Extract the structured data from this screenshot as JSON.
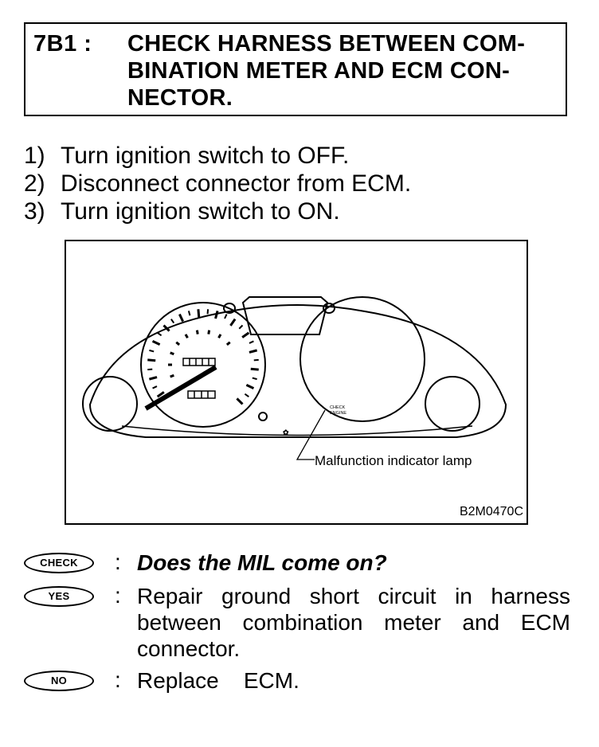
{
  "header": {
    "code": "7B1 :",
    "title_lines": [
      "CHECK HARNESS BETWEEN COM-",
      "BINATION METER AND ECM CON-",
      "NECTOR."
    ]
  },
  "steps": [
    {
      "num": "1)",
      "text": "Turn ignition switch to OFF."
    },
    {
      "num": "2)",
      "text": "Disconnect connector from ECM."
    },
    {
      "num": "3)",
      "text": "Turn ignition switch to ON."
    }
  ],
  "figure": {
    "callout": "Malfunction indicator lamp",
    "code": "B2M0470C",
    "lamp_text": [
      "CHECK",
      "ENGINE"
    ]
  },
  "check": {
    "badge": "CHECK",
    "colon": ":",
    "question": "Does the MIL come on?"
  },
  "yes": {
    "badge": "YES",
    "colon": ":",
    "lines": [
      "Repair ground short circuit in harness",
      "between combination meter and ECM",
      "connector."
    ]
  },
  "no": {
    "badge": "NO",
    "colon": ":",
    "text": "Replace    ECM."
  }
}
